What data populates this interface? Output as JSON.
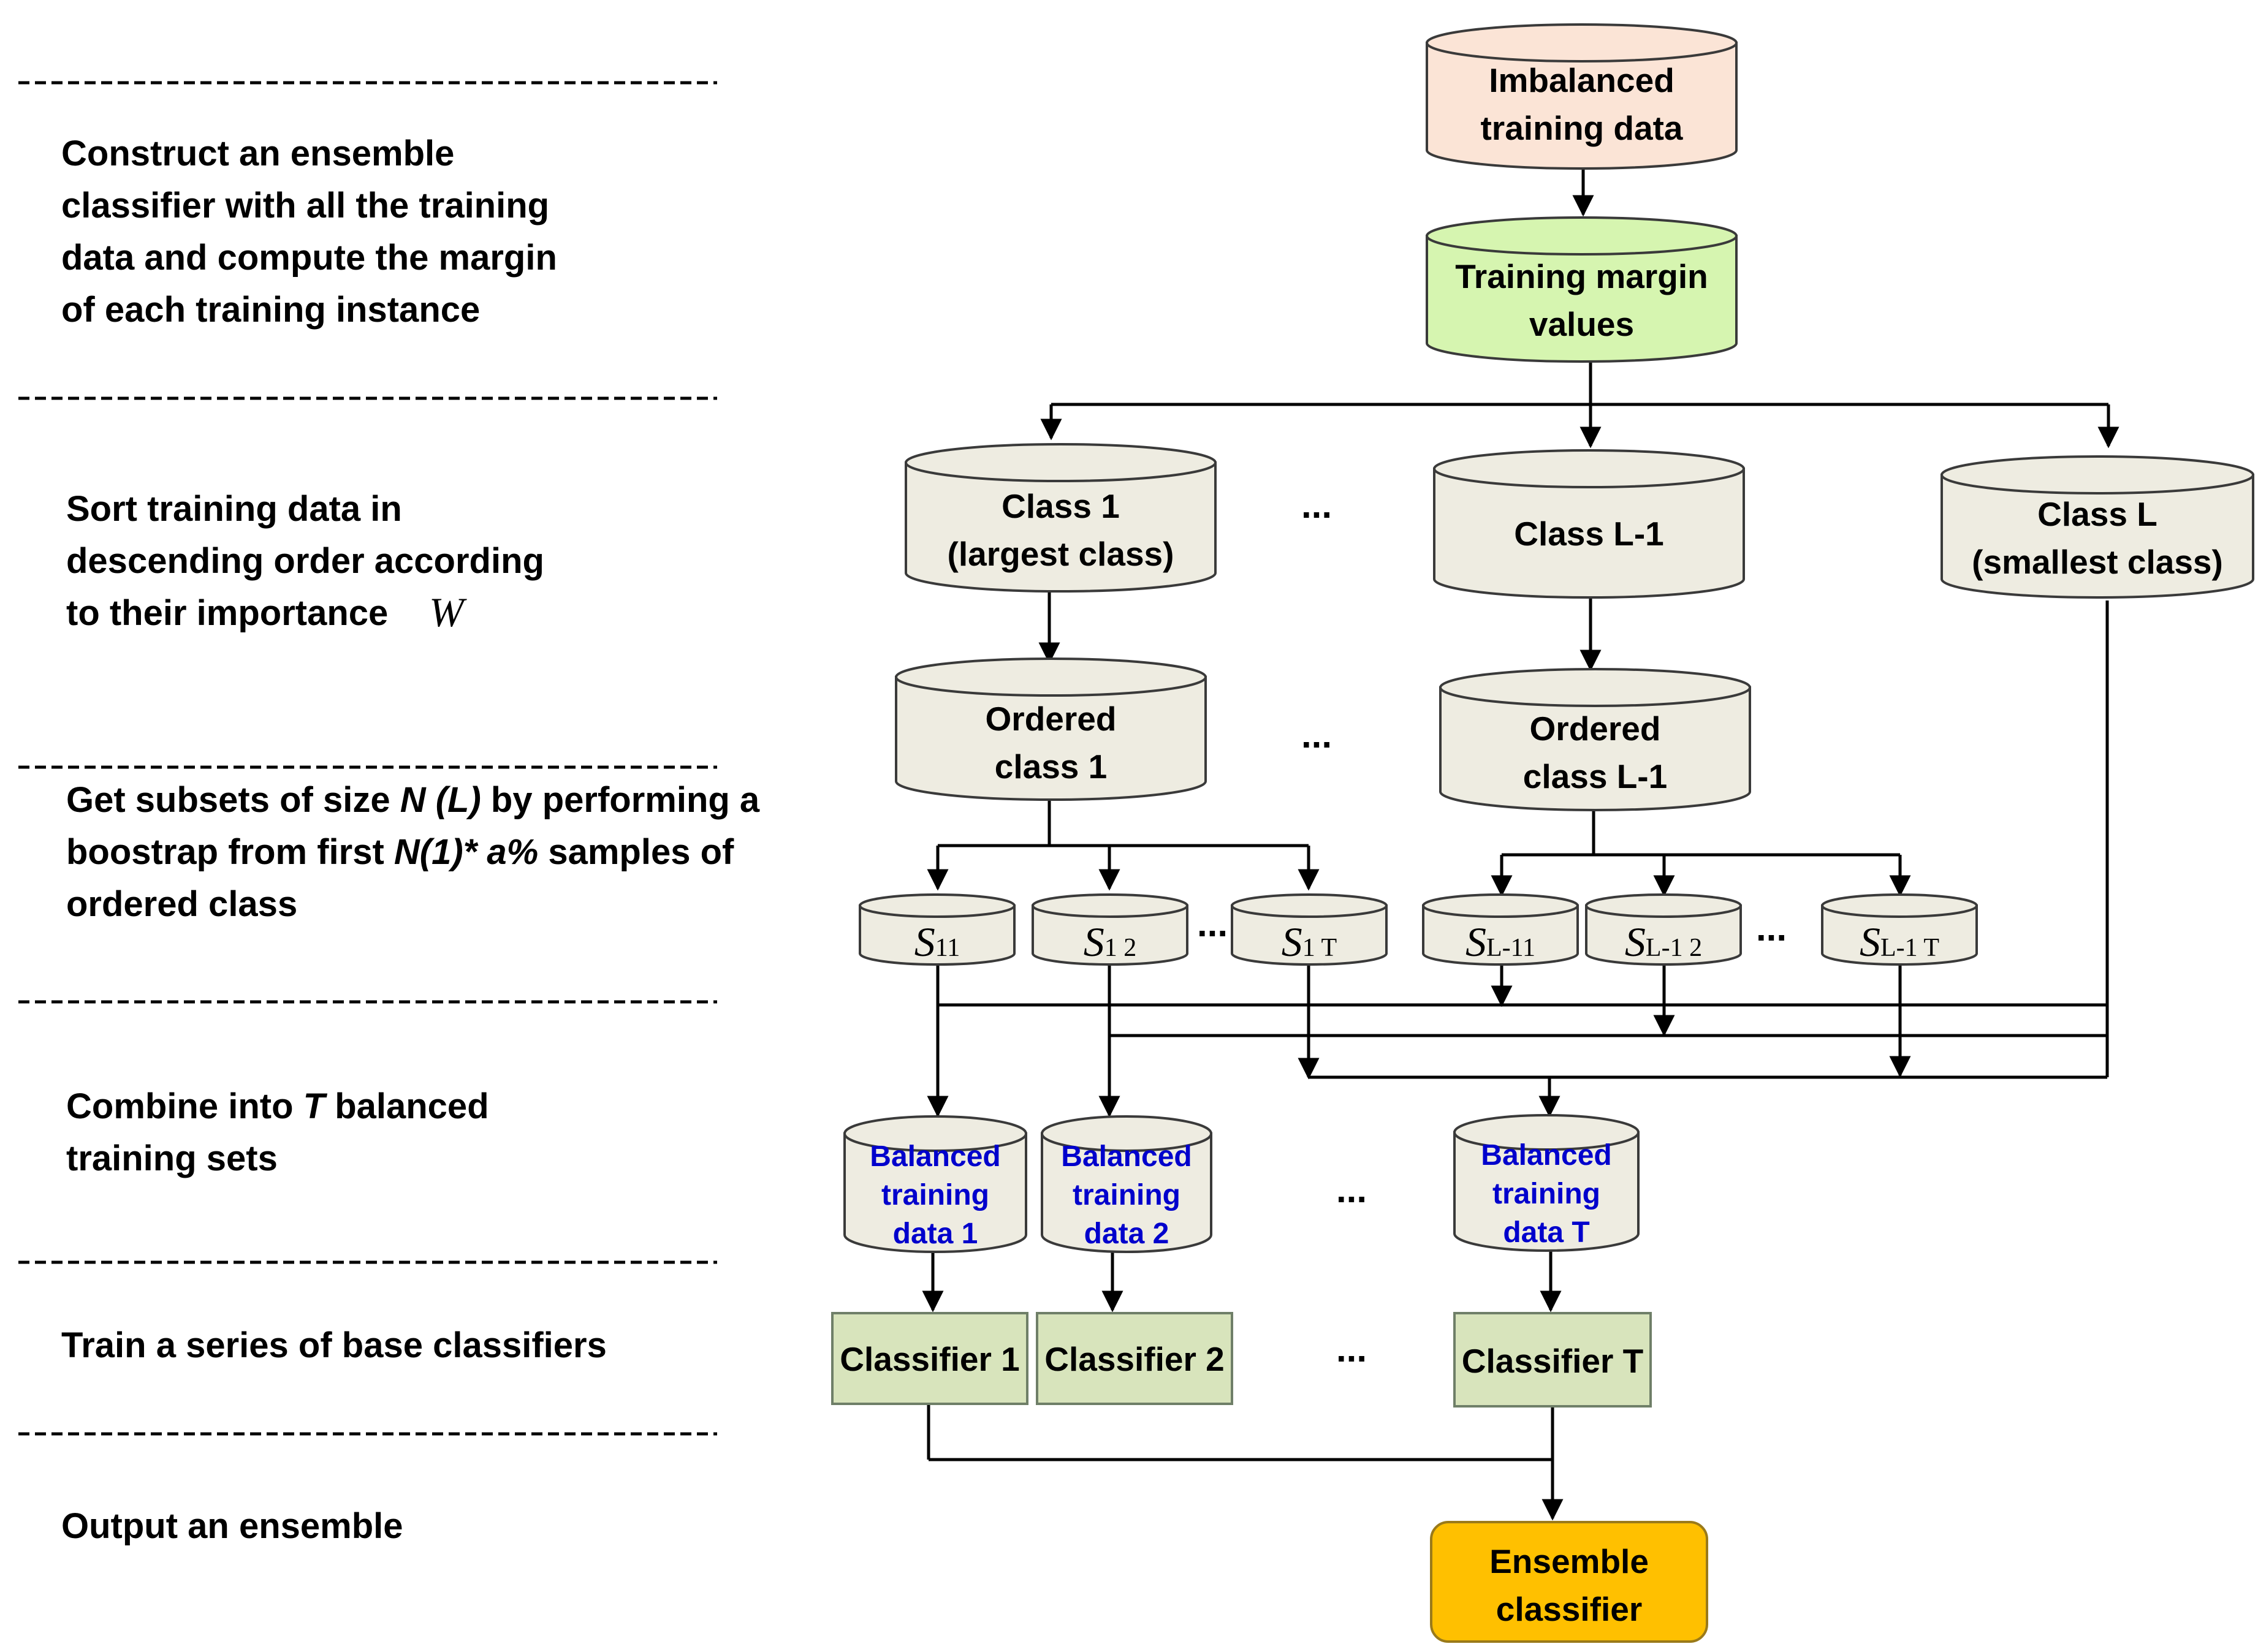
{
  "steps": {
    "s1": [
      "Construct an ensemble",
      "classifier with all the training",
      "data and compute the margin",
      "of each training instance"
    ],
    "s2": [
      "Sort training data in",
      "descending order according",
      "to their importance"
    ],
    "s2_symbol": "W",
    "s3_line1_pre": "Get subsets of size ",
    "s3_line1_em": "N (L)",
    "s3_line1_post": " by performing a",
    "s3_line2_pre": "boostrap from first ",
    "s3_line2_em": "N(1)* a%",
    "s3_line2_post": " samples of",
    "s3_line3": "ordered class",
    "s4_line1_pre": "Combine into ",
    "s4_line1_em": "T",
    "s4_line1_post": " balanced",
    "s4_line2": "training sets",
    "s5": "Train a series of base classifiers",
    "s6": "Output an ensemble"
  },
  "nodes": {
    "imbalanced": [
      "Imbalanced",
      "training data"
    ],
    "margin": [
      "Training margin",
      "values"
    ],
    "class1": [
      "Class 1",
      "(largest class)"
    ],
    "classL1": "Class L-1",
    "classL": [
      "Class L",
      "(smallest class)"
    ],
    "ordered1": [
      "Ordered",
      "class 1"
    ],
    "orderedL1": [
      "Ordered",
      "class L-1"
    ],
    "subsets": [
      {
        "sym": "S",
        "sub": "11"
      },
      {
        "sym": "S",
        "sub": "1 2"
      },
      {
        "sym": "S",
        "sub": "1 T"
      },
      {
        "sym": "S",
        "sub": "L-11"
      },
      {
        "sym": "S",
        "sub": "L-1 2"
      },
      {
        "sym": "S",
        "sub": "L-1 T"
      }
    ],
    "balanced": [
      [
        "Balanced",
        "training",
        "data 1"
      ],
      [
        "Balanced",
        "training",
        "data 2"
      ],
      [
        "Balanced",
        "training",
        "data T"
      ]
    ],
    "classifiers": [
      "Classifier 1",
      "Classifier 2",
      "Classifier T"
    ],
    "ensemble": [
      "Ensemble",
      "classifier"
    ]
  },
  "ellipsis": "...",
  "colors": {
    "imbalanced": "#fbe4d6",
    "margin": "#d6f5b0",
    "cylinder": "#eeece1",
    "classifier": "#d8e4bc",
    "ensemble": "#ffc000",
    "balanced_text": "#0000cc"
  }
}
